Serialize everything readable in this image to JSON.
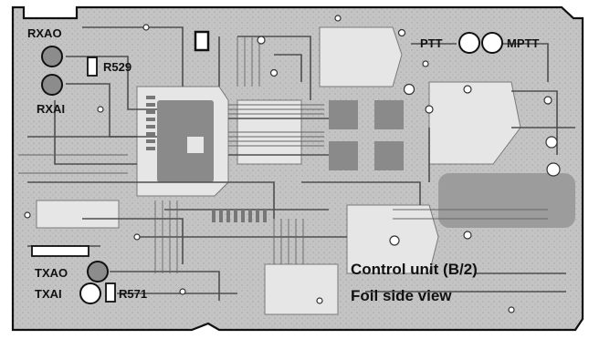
{
  "labels": {
    "rxao": "RXAO",
    "rxai": "RXAI",
    "r529": "R529",
    "ptt": "PTT",
    "mptt": "MPTT",
    "txao": "TXAO",
    "txai": "TXAI",
    "r571": "R571"
  },
  "caption": {
    "line1": "Control unit (B/2)",
    "line2": "Foil side view"
  },
  "colors": {
    "background": "#ffffff",
    "board": "#d9d9d9",
    "foil": "#9a9a9a",
    "trace": "#5f5f5f",
    "pad_dark": "#8c8c8c",
    "outline": "#111111"
  }
}
